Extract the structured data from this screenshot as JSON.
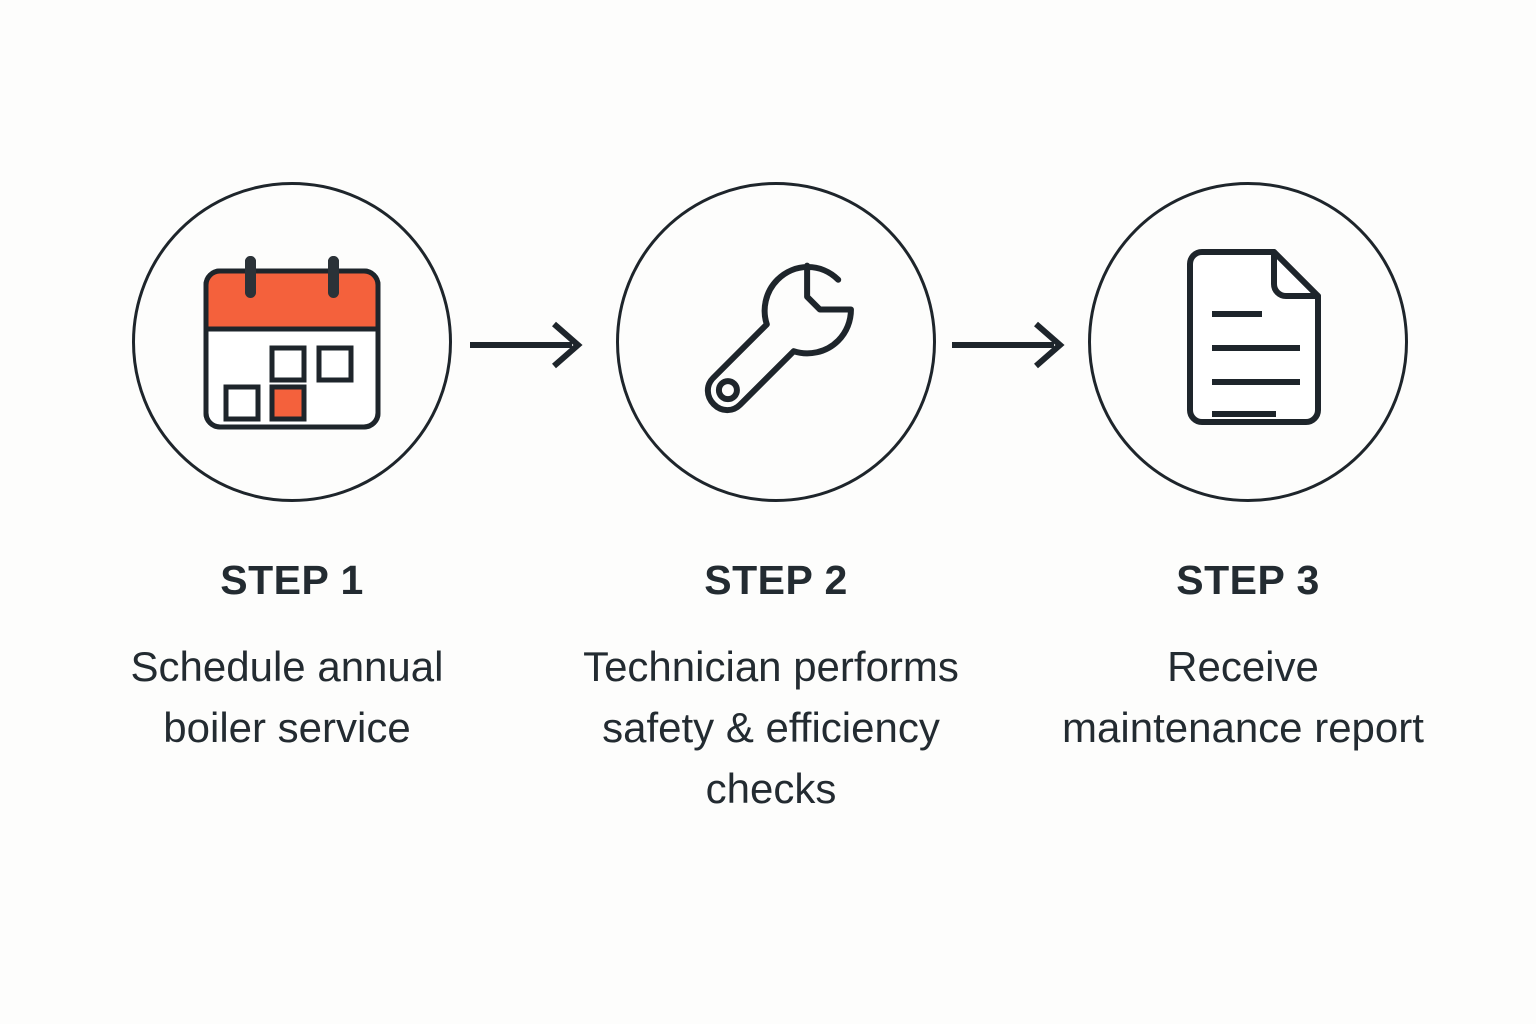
{
  "theme": {
    "background": "#fdfdfc",
    "stroke": "#1e252b",
    "text": "#232b31",
    "accent": "#f4613c"
  },
  "steps": [
    {
      "label": "STEP 1",
      "description": "Schedule annual boiler service",
      "icon": "calendar-icon"
    },
    {
      "label": "STEP 2",
      "description": "Technician performs safety & efficiency checks",
      "icon": "wrench-icon"
    },
    {
      "label": "STEP 3",
      "description": "Receive maintenance report",
      "icon": "document-icon"
    }
  ],
  "connectors": [
    {
      "name": "arrow-step1-to-step2",
      "direction": "right"
    },
    {
      "name": "arrow-step2-to-step3",
      "direction": "right"
    }
  ]
}
